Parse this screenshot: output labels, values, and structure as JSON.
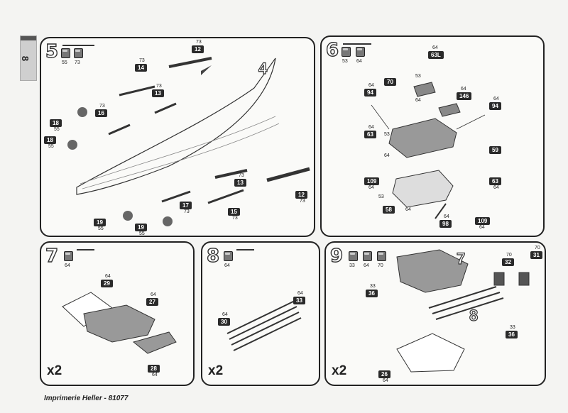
{
  "page": {
    "tab_number": "8",
    "footer": "Imprimerie Heller - 81077"
  },
  "step5": {
    "number": "5",
    "paints": [
      "55",
      "73"
    ],
    "labels": [
      {
        "num": "12",
        "color": "73"
      },
      {
        "num": "14",
        "color": "73"
      },
      {
        "num": "13",
        "color": "73"
      },
      {
        "num": "16",
        "color": "73"
      },
      {
        "num": "18",
        "color": "55"
      },
      {
        "num": "18",
        "color": "55"
      },
      {
        "num": "13",
        "color": "73"
      },
      {
        "num": "12",
        "color": "73"
      },
      {
        "num": "17",
        "color": "73"
      },
      {
        "num": "15",
        "color": "73"
      },
      {
        "num": "19",
        "color": "55"
      },
      {
        "num": "19",
        "color": "55"
      }
    ],
    "ref": "4"
  },
  "step6": {
    "number": "6",
    "paints": [
      "53",
      "64"
    ],
    "labels": [
      {
        "num": "63L",
        "color": "64"
      },
      {
        "num": "70",
        "color": ""
      },
      {
        "num": "146",
        "color": "64"
      },
      {
        "num": "94",
        "color": "64"
      },
      {
        "num": "94",
        "color": "64"
      },
      {
        "num": "63",
        "color": "64"
      },
      {
        "num": "59",
        "color": ""
      },
      {
        "num": "109",
        "color": "64"
      },
      {
        "num": "63",
        "color": "64"
      },
      {
        "num": "58",
        "color": ""
      },
      {
        "num": "98",
        "color": "64"
      },
      {
        "num": "109",
        "color": "64"
      }
    ],
    "extra": [
      "53",
      "64",
      "53",
      "64",
      "53",
      "64"
    ]
  },
  "step7": {
    "number": "7",
    "paints": [
      "64"
    ],
    "multiplier": "x2",
    "labels": [
      {
        "num": "29",
        "color": "64"
      },
      {
        "num": "27",
        "color": "64"
      },
      {
        "num": "28",
        "color": "64"
      }
    ]
  },
  "step8": {
    "number": "8",
    "paints": [
      "64"
    ],
    "multiplier": "x2",
    "labels": [
      {
        "num": "33",
        "color": "64"
      },
      {
        "num": "30",
        "color": "64"
      }
    ]
  },
  "step9": {
    "number": "9",
    "paints": [
      "33",
      "64",
      "70"
    ],
    "multiplier": "x2",
    "labels": [
      {
        "num": "36",
        "color": "33"
      },
      {
        "num": "32",
        "color": "70"
      },
      {
        "num": "31",
        "color": "70"
      },
      {
        "num": "36",
        "color": "33"
      },
      {
        "num": "26",
        "color": "64"
      }
    ],
    "refs": [
      "7",
      "8"
    ]
  }
}
